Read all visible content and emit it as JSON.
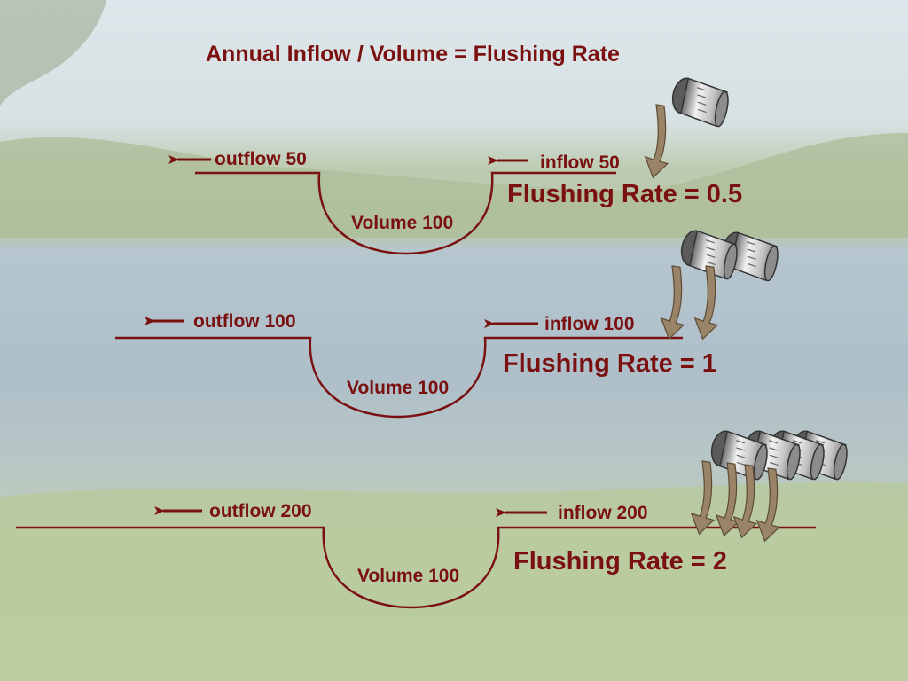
{
  "title": "Annual Inflow / Volume = Flushing Rate",
  "colors": {
    "text": "#7a1010",
    "line": "#7a1010",
    "arrow": "#9a8468",
    "bucket": "#a9a9a9"
  },
  "icons": [
    "pouring-bucket-icon",
    "left-arrow-icon",
    "down-arrow-icon"
  ],
  "scenarios": [
    {
      "outflow": "outflow 50",
      "inflow": "inflow 50",
      "volume": "Volume 100",
      "rate": "Flushing Rate = 0.5",
      "buckets": 1
    },
    {
      "outflow": "outflow 100",
      "inflow": "inflow 100",
      "volume": "Volume 100",
      "rate": "Flushing Rate = 1",
      "buckets": 2
    },
    {
      "outflow": "outflow 200",
      "inflow": "inflow 200",
      "volume": "Volume 100",
      "rate": "Flushing Rate = 2",
      "buckets": 4
    }
  ]
}
